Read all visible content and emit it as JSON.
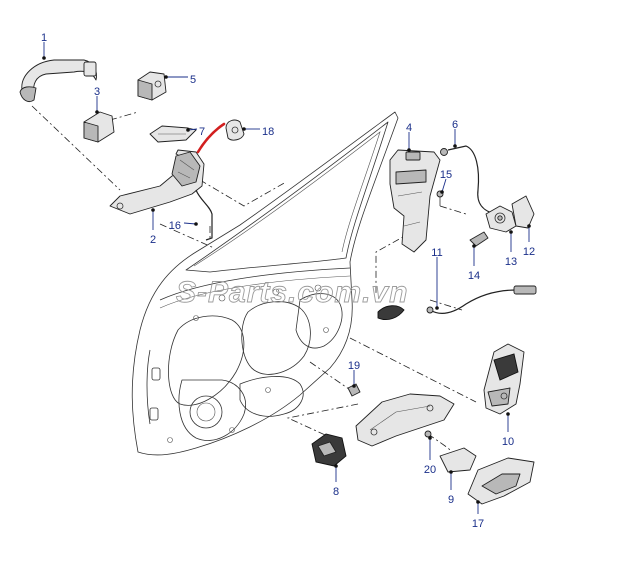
{
  "diagram": {
    "watermark": "S-Parts.com.vn",
    "callouts": [
      {
        "id": "1",
        "label": "1"
      },
      {
        "id": "2",
        "label": "2"
      },
      {
        "id": "3",
        "label": "3"
      },
      {
        "id": "4",
        "label": "4"
      },
      {
        "id": "5",
        "label": "5"
      },
      {
        "id": "6",
        "label": "6"
      },
      {
        "id": "7",
        "label": "7"
      },
      {
        "id": "8",
        "label": "8"
      },
      {
        "id": "9",
        "label": "9"
      },
      {
        "id": "10",
        "label": "10"
      },
      {
        "id": "11",
        "label": "11"
      },
      {
        "id": "12",
        "label": "12"
      },
      {
        "id": "13",
        "label": "13"
      },
      {
        "id": "14",
        "label": "14"
      },
      {
        "id": "15",
        "label": "15"
      },
      {
        "id": "16",
        "label": "16"
      },
      {
        "id": "17",
        "label": "17"
      },
      {
        "id": "18",
        "label": "18"
      },
      {
        "id": "19",
        "label": "19"
      },
      {
        "id": "20",
        "label": "20"
      }
    ],
    "colors": {
      "callout": "#1a2f8a",
      "actuator_rod": "#d21f1f",
      "line": "#222222"
    }
  }
}
